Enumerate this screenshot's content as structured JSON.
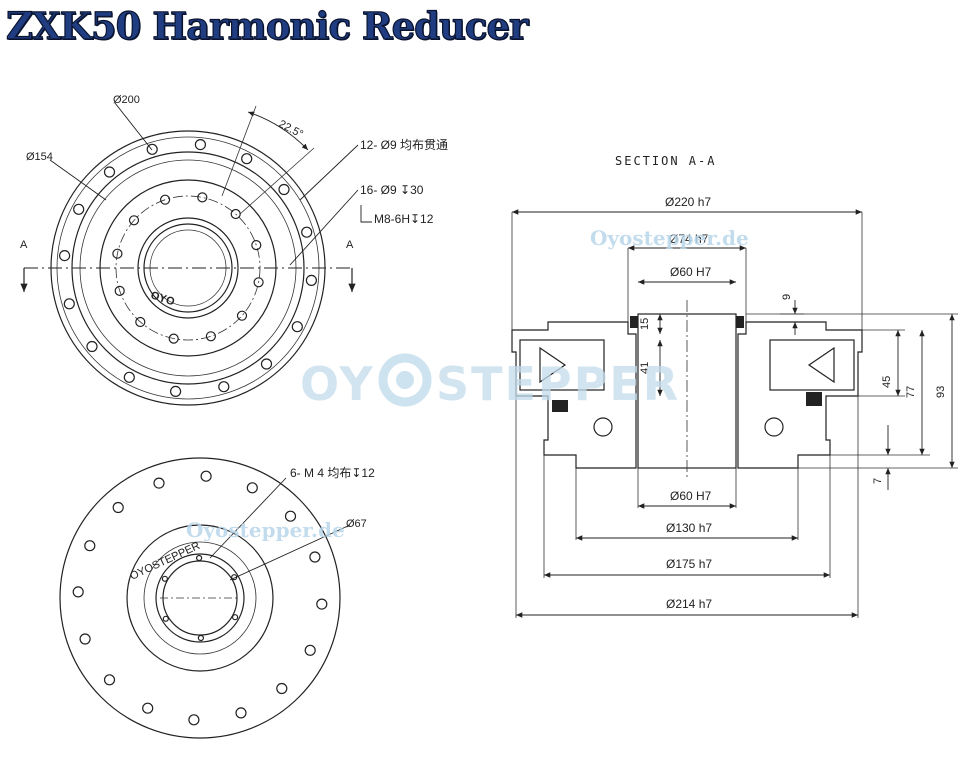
{
  "title": "ZXK50 Harmonic Reducer",
  "front_view": {
    "dia_outer": "Ø200",
    "dia_bolt": "Ø154",
    "angle": "22.5°",
    "holes_1": "12- Ø9 均布贯通",
    "holes_2": "16- Ø9 ↧30",
    "holes_2_thread": "M8-6H↧12",
    "section_mark": "A",
    "brand_engraving": "OYO"
  },
  "rear_view": {
    "thread_holes": "6- M 4 均布↧12",
    "dia_inner": "Ø67",
    "engraving": "OYOSTEPPER"
  },
  "section_view": {
    "title": "SECTION A-A",
    "dims_top": [
      "Ø220 h7",
      "Ø74 h7",
      "Ø60 H7"
    ],
    "dims_bottom": [
      "Ø60 H7",
      "Ø130 h7",
      "Ø175 h7",
      "Ø214 h7"
    ],
    "dims_right": [
      "9",
      "15",
      "41",
      "45",
      "77",
      "93",
      "7"
    ]
  },
  "watermarks": {
    "url": "Oyostepper.de",
    "brand_left": "OY",
    "brand_right": "STEPPER"
  },
  "colors": {
    "title": "#1f3d80",
    "title_outline": "#0b1430",
    "watermark": "#b9d7ea",
    "line": "#222222"
  }
}
